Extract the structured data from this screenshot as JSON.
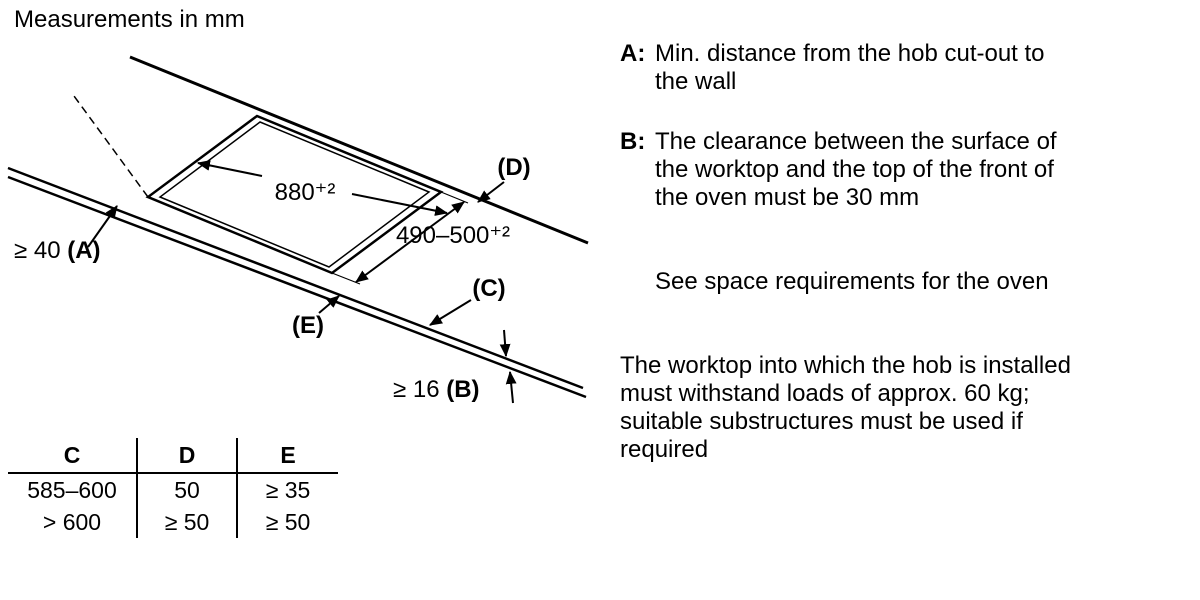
{
  "title": "Measurements in mm",
  "diagram": {
    "dim_width": "880⁺²",
    "dim_depth": "490–500⁺²",
    "label_a_prefix": "≥ 40 ",
    "label_a": "(A)",
    "label_b_prefix": "≥ 16 ",
    "label_b": "(B)",
    "label_c": "(C)",
    "label_d": "(D)",
    "label_e": "(E)"
  },
  "table": {
    "headers": [
      "C",
      "D",
      "E"
    ],
    "rows": [
      [
        "585–600",
        "50",
        "≥ 35"
      ],
      [
        "> 600",
        "≥ 50",
        "≥ 50"
      ]
    ]
  },
  "notes": {
    "a_label": "A:",
    "a_lines": [
      "Min. distance from the hob cut-out to",
      "the wall"
    ],
    "b_label": "B:",
    "b_lines": [
      "The clearance between the surface of",
      "the worktop and the top of the front of",
      "the oven must be 30 mm"
    ],
    "see_note": "See space requirements for the oven",
    "worktop_lines": [
      "The worktop into which the hob is installed",
      "must withstand loads of approx. 60 kg;",
      "suitable substructures must be used if",
      "required"
    ]
  }
}
